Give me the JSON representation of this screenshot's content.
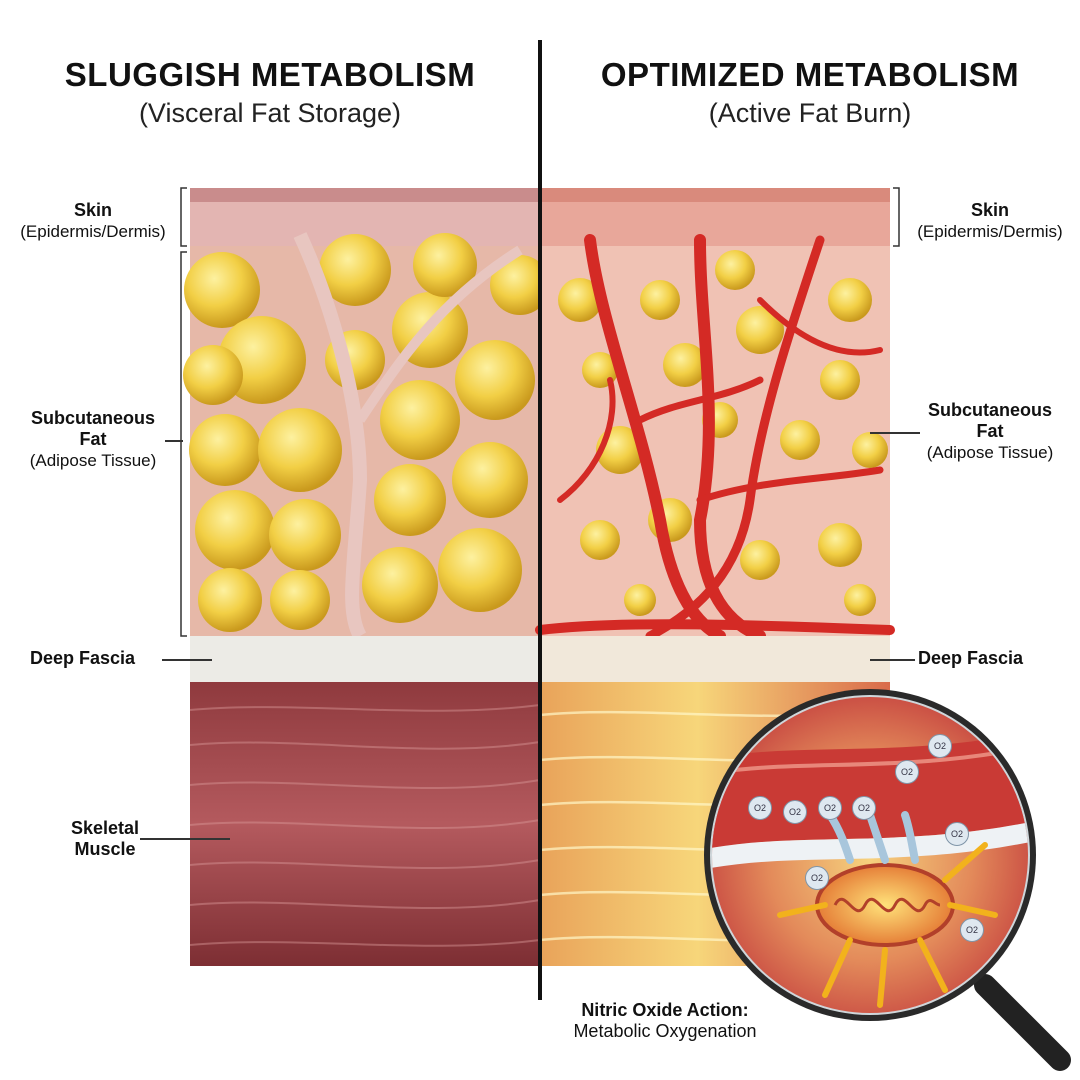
{
  "left_panel": {
    "title": "SLUGGISH METABOLISM",
    "subtitle": "(Visceral Fat Storage)",
    "labels": {
      "skin": {
        "name": "Skin",
        "detail": "(Epidermis/Dermis)"
      },
      "fat": {
        "name_line1": "Subcutaneous",
        "name_line2": "Fat",
        "detail": "(Adipose Tissue)"
      },
      "fascia": {
        "name": "Deep Fascia"
      },
      "muscle": {
        "name_line1": "Skeletal",
        "name_line2": "Muscle"
      }
    }
  },
  "right_panel": {
    "title": "OPTIMIZED METABOLISM",
    "subtitle": "(Active Fat Burn)",
    "labels": {
      "skin": {
        "name": "Skin",
        "detail": "(Epidermis/Dermis)"
      },
      "fat": {
        "name_line1": "Subcutaneous",
        "name_line2": "Fat",
        "detail": "(Adipose Tissue)"
      },
      "fascia": {
        "name": "Deep Fascia"
      }
    }
  },
  "inset": {
    "oxygen_label": "O2",
    "caption_line1": "Nitric Oxide Action:",
    "caption_line2": "Metabolic Oxygenation"
  },
  "colors": {
    "fat": "#f2cf45",
    "fat_highlight": "#fbe98a",
    "skin": "#d9a3a3",
    "muscle": "#a8484c",
    "vessel": "#d42a25",
    "fascia": "#e9e6e0"
  }
}
